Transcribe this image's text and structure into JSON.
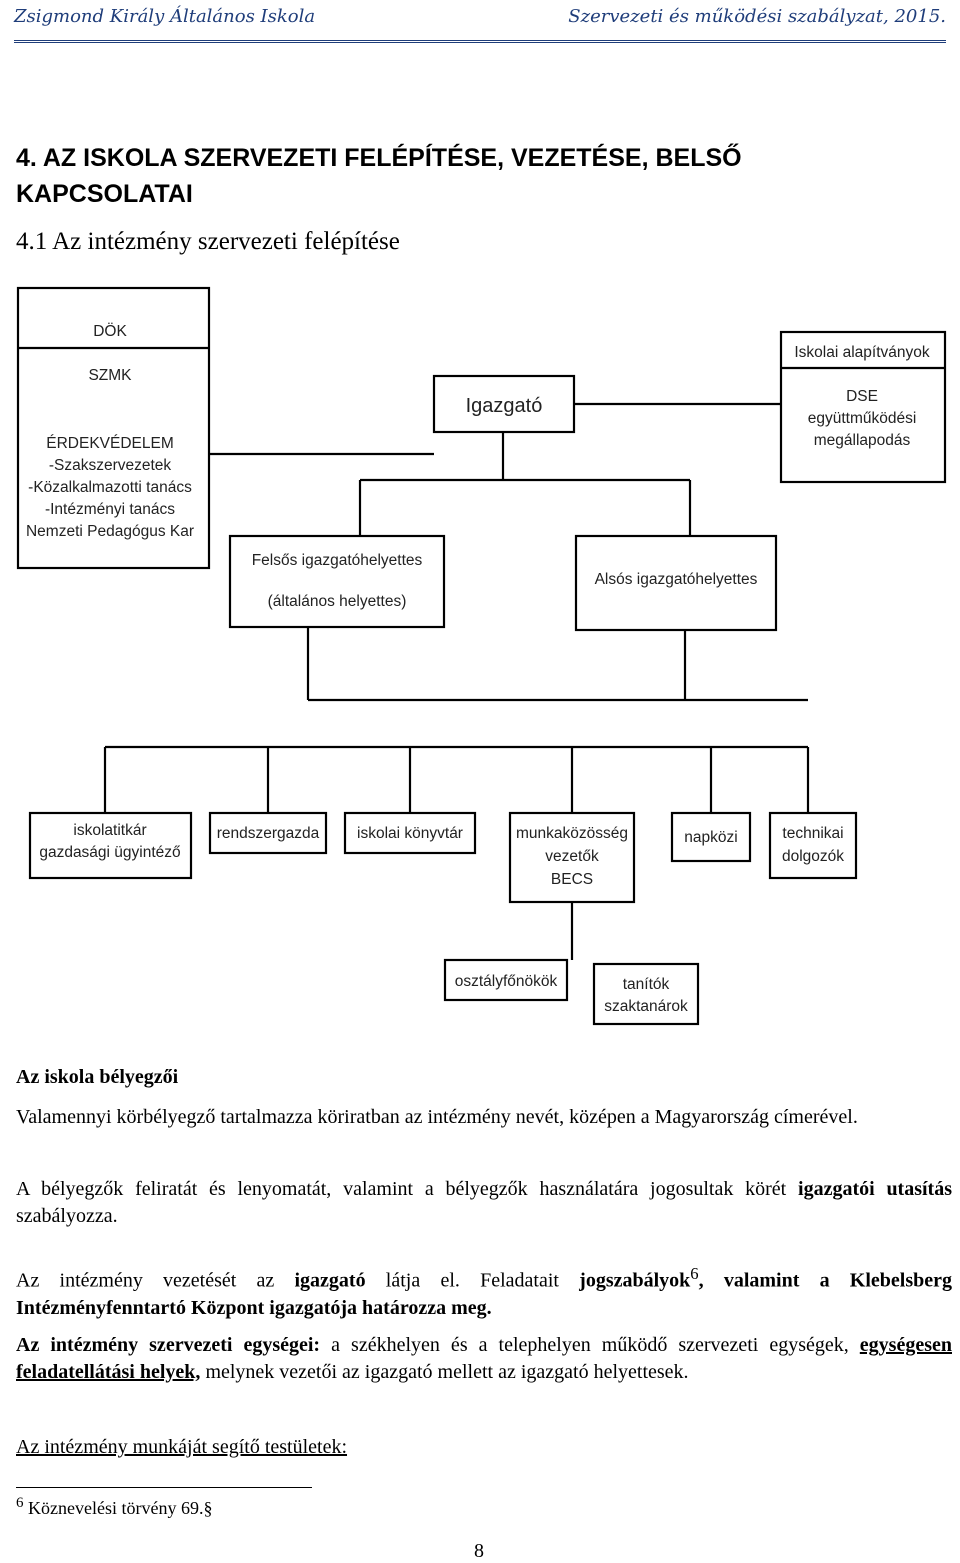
{
  "header": {
    "left": "Zsigmond Király Általános Iskola",
    "right": "Szervezeti és működési szabályzat, 2015."
  },
  "section_title": "4. AZ ISKOLA SZERVEZETI FELÉPÍTÉSE, VEZETÉSE, BELSŐ KAPCSOLATAI",
  "subsection_title": "4.1 Az intézmény szervezeti felépítése",
  "orgchart": {
    "left_box": [
      "DÖK",
      "SZMK",
      "ÉRDEKVÉDELEM",
      "-Szakszervezetek",
      "-Közalkalmazotti tanács",
      "-Intézményi tanács",
      "Nemzeti Pedagógus Kar"
    ],
    "director": "Igazgató",
    "foundations_title": "Iskolai alapítványok",
    "foundations_body": [
      "DSE",
      "együttműködési",
      "megállapodás"
    ],
    "upper_deputy": [
      "Felsős igazgatóhelyettes",
      "(általános helyettes)"
    ],
    "lower_deputy": "Alsós igazgatóhelyettes",
    "units": {
      "secretary": [
        "iskolatitkár",
        "gazdasági ügyintéző"
      ],
      "sysadmin": "rendszergazda",
      "library": "iskolai könyvtár",
      "workgroup": [
        "munkaközösség",
        "vezetők",
        "BECS"
      ],
      "dayschool": "napközi",
      "technical": [
        "technikai",
        "dolgozók"
      ]
    },
    "form_teachers": "osztályfőnökök",
    "teachers": [
      "tanítók",
      "szaktanárok"
    ]
  },
  "body": {
    "stamps_heading": "Az iskola bélyegzői",
    "p1": "Valamennyi körbélyegző tartalmazza köriratban az intézmény nevét, középen a Magyarország címerével.",
    "p2_a": "A bélyegzők feliratát és lenyomatát, valamint a bélyegzők használatára jogosultak körét ",
    "p2_b": "igazgatói utasítás",
    "p2_c": " szabályozza.",
    "p3_a": "Az intézmény vezetését az ",
    "p3_b": "igazgató",
    "p3_c": " látja el. Feladatait ",
    "p3_d": "jogszabályok",
    "p3_sup": "6",
    "p3_e": ", valamint a Klebelsberg Intézményfenntartó Központ igazgatója határozza meg.",
    "p4_a": "Az intézmény szervezeti egységei:",
    "p4_b": " a székhelyen és a telephelyen működő szervezeti egységek, ",
    "p4_c": "egységesen feladatellátási helyek,",
    "p4_d": " melynek vezetői az igazgató mellett az igazgató helyettesek.",
    "p5": "Az intézmény munkáját segítő testületek:"
  },
  "footnote": {
    "num": "6",
    "text": " Köznevelési törvény 69.§"
  },
  "page_number": "8"
}
